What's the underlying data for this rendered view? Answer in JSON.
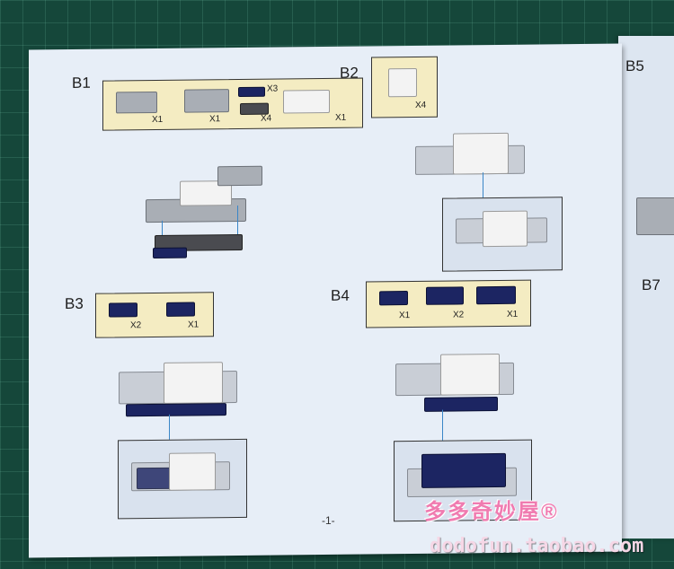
{
  "steps": {
    "b1": {
      "label": "B1",
      "parts": [
        "X1",
        "X1",
        "X3",
        "X4",
        "X1"
      ]
    },
    "b2": {
      "label": "B2",
      "parts": [
        "X4"
      ]
    },
    "b3": {
      "label": "B3",
      "parts": [
        "X2",
        "X1"
      ]
    },
    "b4": {
      "label": "B4",
      "parts": [
        "X1",
        "X2",
        "X1"
      ]
    },
    "b5": {
      "label": "B5"
    },
    "b7": {
      "label": "B7"
    }
  },
  "page_number": "-1-",
  "watermark": {
    "text_cn": "多多奇妙屋®",
    "url": "dodofun.taobao.com"
  },
  "colors": {
    "mat": "#15473a",
    "paper": "#e7eef7",
    "parts_box": "#f4ecc2",
    "navy_brick": "#1c2562",
    "watermark_pink": "#f07bb0"
  }
}
